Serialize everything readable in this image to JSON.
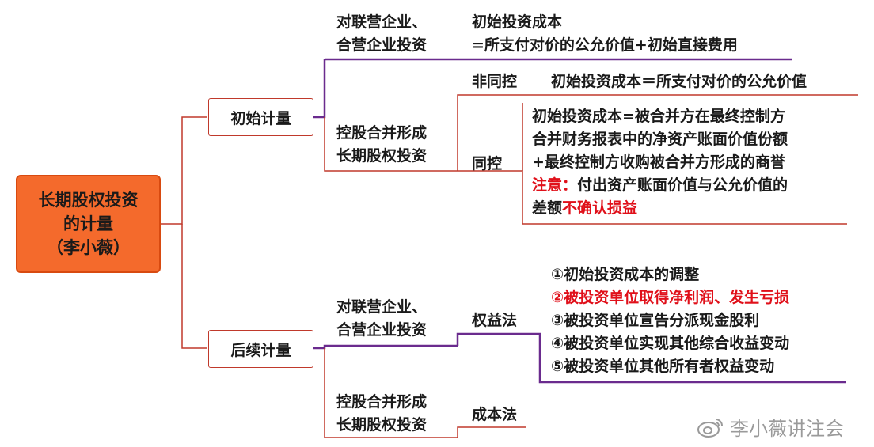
{
  "root": {
    "line1": "长期股权投资",
    "line2": "的计量",
    "line3": "（李小薇）"
  },
  "initial": {
    "label": "初始计量",
    "jv": {
      "line1": "对联营企业、",
      "line2": "合营企业投资",
      "desc1": "初始投资成本",
      "desc2": "=所支付对价的公允价值+初始直接费用"
    },
    "control": {
      "line1": "控股合并形成",
      "line2": "长期股权投资",
      "non_same": {
        "label": "非同控",
        "desc": "初始投资成本＝所支付对价的公允价值"
      },
      "same": {
        "label": "同控",
        "line1": "初始投资成本=被合并方在最终控制方",
        "line2": "合并财务报表中的净资产账面价值份额",
        "line3": "+最终控制方收购被合并方形成的商誉",
        "note_label": "注意：",
        "note_text": "付出资产账面价值与公允价值的",
        "note_cont": "差额",
        "note_red": "不确认损益"
      }
    }
  },
  "subsequent": {
    "label": "后续计量",
    "jv": {
      "line1": "对联营企业、",
      "line2": "合营企业投资",
      "method": "权益法",
      "items": [
        "①初始投资成本的调整",
        "②被投资单位取得净利润、发生亏损",
        "③被投资单位宣告分派现金股利",
        "④被投资单位实现其他综合收益变动",
        "⑤被投资单位其他所有者权益变动"
      ]
    },
    "control": {
      "line1": "控股合并形成",
      "line2": "长期股权投资",
      "method": "成本法"
    }
  },
  "watermark": "李小薇讲注会",
  "colors": {
    "root_fill": "#f46a2c",
    "connector": "#c0392b",
    "underline_purple": "#6a2b8e",
    "emphasis": "#e0101a"
  }
}
